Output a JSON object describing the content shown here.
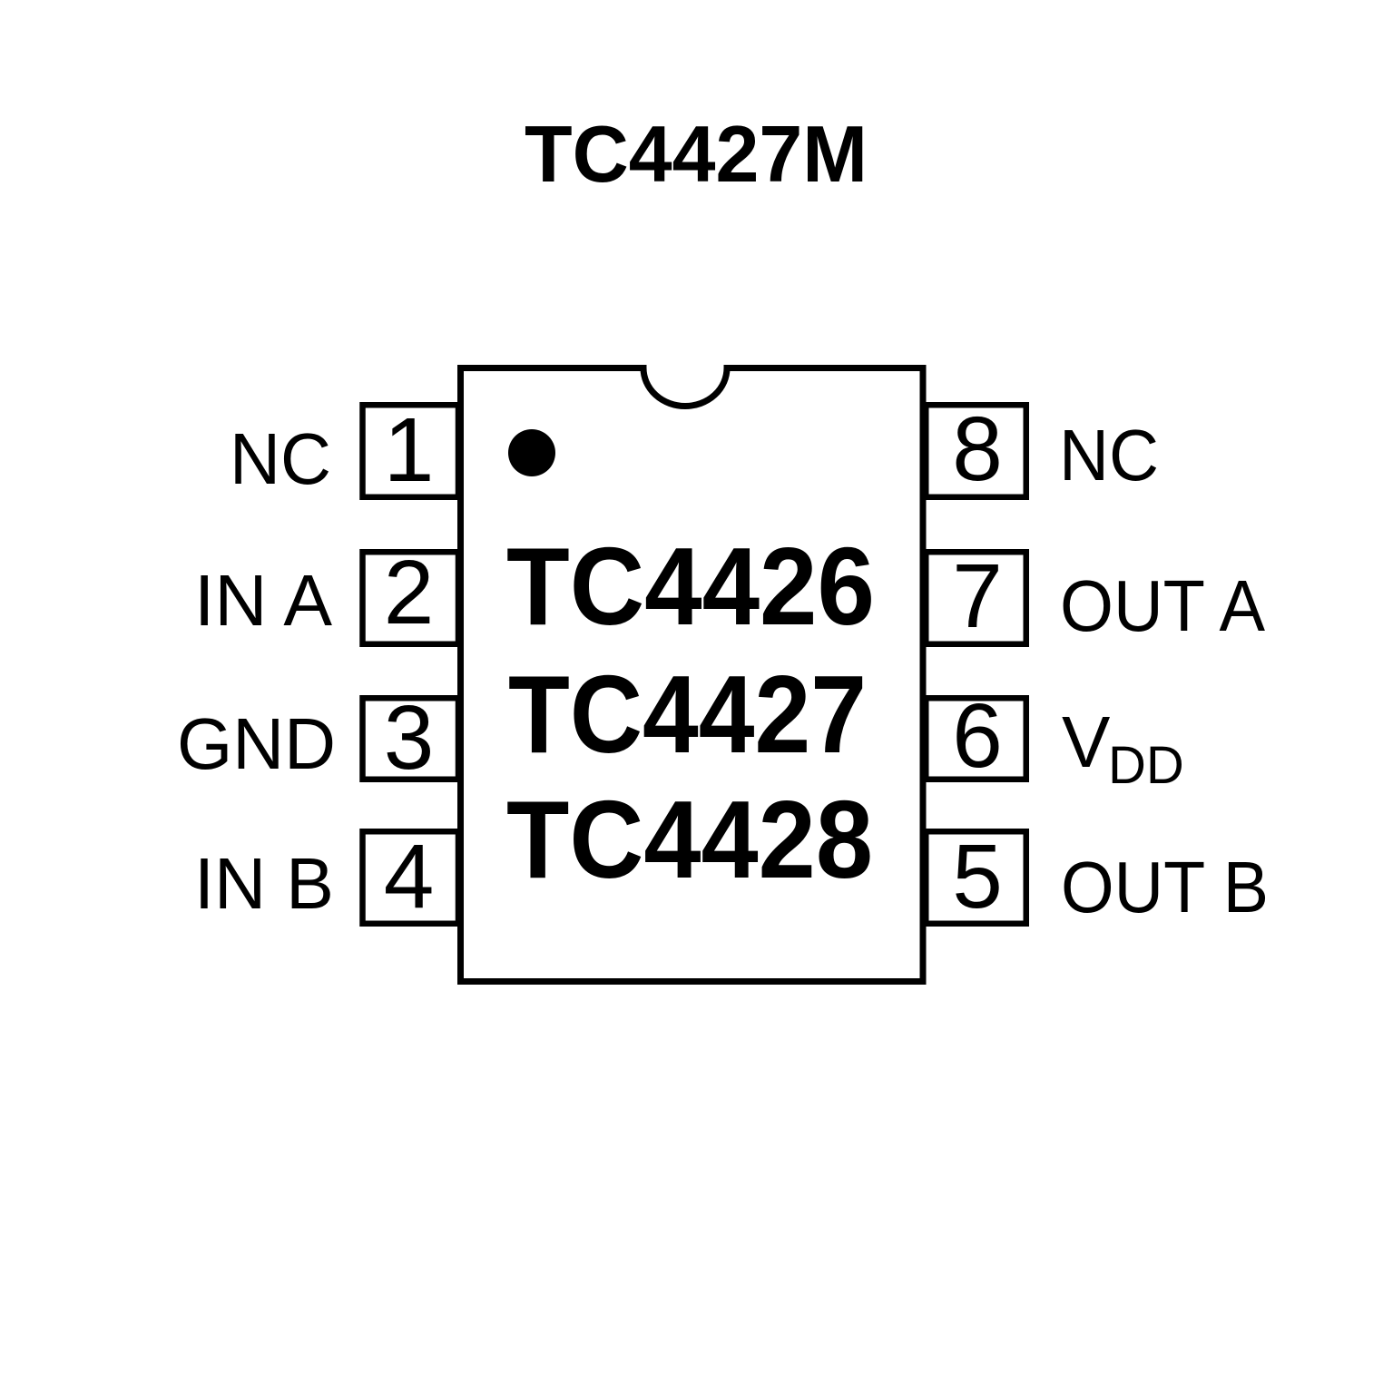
{
  "title": "TC4427M",
  "package": {
    "type": "8-pin dual-in-line package pinout",
    "part_numbers": [
      "TC4426",
      "TC4427",
      "TC4428"
    ]
  },
  "pins": {
    "left": [
      {
        "number": "1",
        "label": "NC"
      },
      {
        "number": "2",
        "label": "IN A"
      },
      {
        "number": "3",
        "label": "GND"
      },
      {
        "number": "4",
        "label": "IN B"
      }
    ],
    "right": [
      {
        "number": "8",
        "label": "NC"
      },
      {
        "number": "7",
        "label": "OUT A"
      },
      {
        "number": "6",
        "label": "V",
        "label_subscript": "DD"
      },
      {
        "number": "5",
        "label": "OUT B"
      }
    ]
  },
  "colors": {
    "ink": "#000000",
    "background": "#ffffff"
  }
}
